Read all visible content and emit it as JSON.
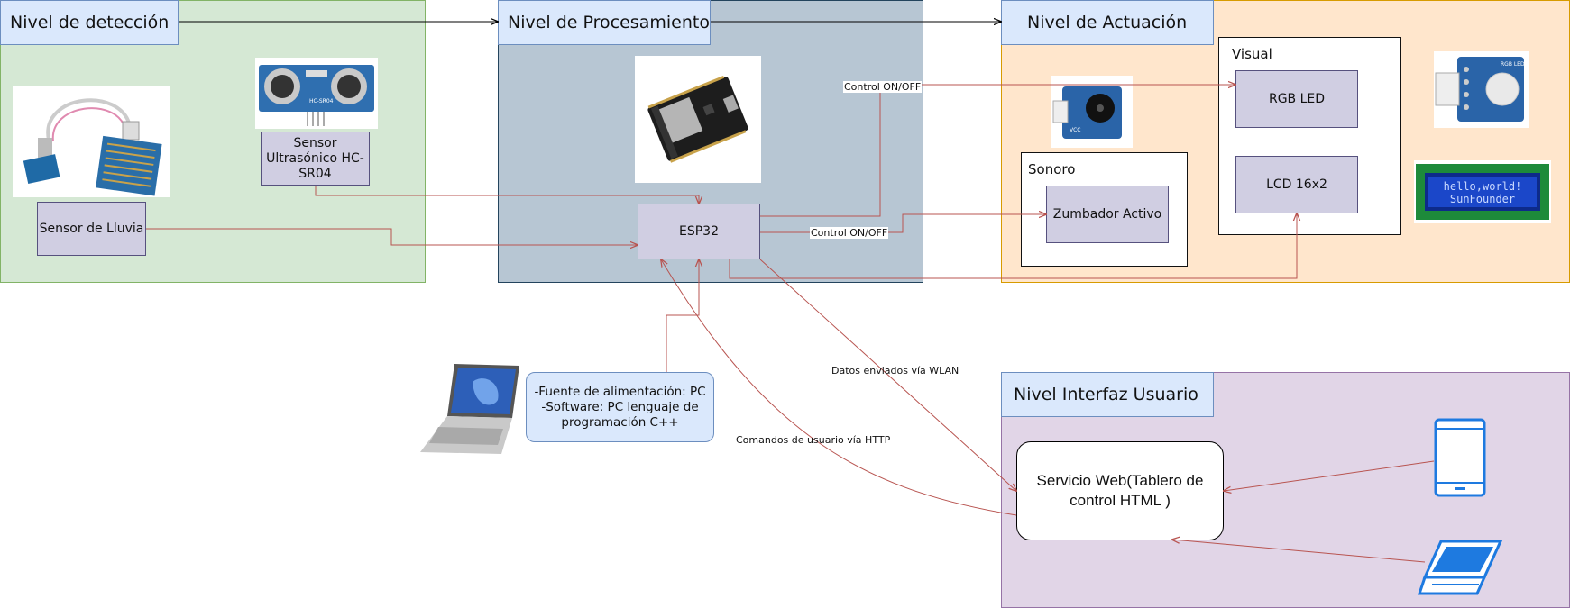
{
  "panels": {
    "deteccion": "Nivel de detección",
    "procesamiento": "Nivel de Procesamiento",
    "actuacion": "Nivel de Actuación",
    "interfaz": "Nivel Interfaz Usuario"
  },
  "components": {
    "sensor_lluvia": "Sensor de Lluvia",
    "sensor_ultrasonico": "Sensor Ultrasónico HC-SR04",
    "esp32": "ESP32",
    "rgb_led": "RGB LED",
    "lcd": "LCD 16x2",
    "zumbador": "Zumbador Activo",
    "servicio_web": "Servicio Web(Tablero de control HTML )"
  },
  "groups": {
    "visual": "Visual",
    "sonoro": "Sonoro"
  },
  "edge_labels": {
    "control1": "Control ON/OFF",
    "control2": "Control ON/OFF",
    "wlan": "Datos enviados vía WLAN",
    "http": "Comandos de usuario vía HTTP"
  },
  "note": {
    "line1": "-Fuente de alimentación: PC",
    "line2": "-Software: PC lenguaje de programación C++"
  },
  "lcd_screen": {
    "line1": "hello,world!",
    "line2": "SunFounder"
  },
  "module_text": {
    "ultra": "HC-SR04",
    "rgb": "RGB LED",
    "vcc": "VCC"
  },
  "colors": {
    "edge": "#b85450",
    "arrow_black": "#000000"
  }
}
